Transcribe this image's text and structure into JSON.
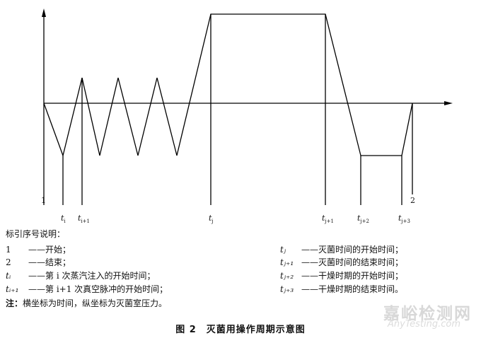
{
  "diagram": {
    "start_label": "1",
    "end_label": "2",
    "time_labels": [
      {
        "base": "t",
        "sub": "i"
      },
      {
        "base": "t",
        "sub": "i+1"
      },
      {
        "base": "t",
        "sub": "j"
      },
      {
        "base": "t",
        "sub": "j+1"
      },
      {
        "base": "t",
        "sub": "j+2"
      },
      {
        "base": "t",
        "sub": "j+3"
      }
    ],
    "line_color": "#000000"
  },
  "legend": {
    "heading": "标引序号说明：",
    "left": [
      {
        "key": "1",
        "text": "——开始；"
      },
      {
        "key": "2",
        "text": "——结束；"
      },
      {
        "key": "tᵢ",
        "text": "——第 i 次蒸汽注入的开始时间；"
      },
      {
        "key": "tᵢ₊₁",
        "text": "——第 i+1 次真空脉冲的开始时间；"
      }
    ],
    "right": [
      {
        "key": "tⱼ",
        "text": "——灭菌时间的开始时间；"
      },
      {
        "key": "tⱼ₊₁",
        "text": "——灭菌时间的结束时间；"
      },
      {
        "key": "tⱼ₊₂",
        "text": "——干燥时期的开始时间；"
      },
      {
        "key": "tⱼ₊₃",
        "text": "——干燥时期的结束时间。"
      }
    ],
    "note_label": "注：",
    "note_text": "横坐标为时间，纵坐标为灭菌室压力。"
  },
  "caption": "图 2　灭菌用操作周期示意图",
  "watermark": {
    "line1": "嘉峪检测网",
    "line2": "AnyTesting.com"
  }
}
